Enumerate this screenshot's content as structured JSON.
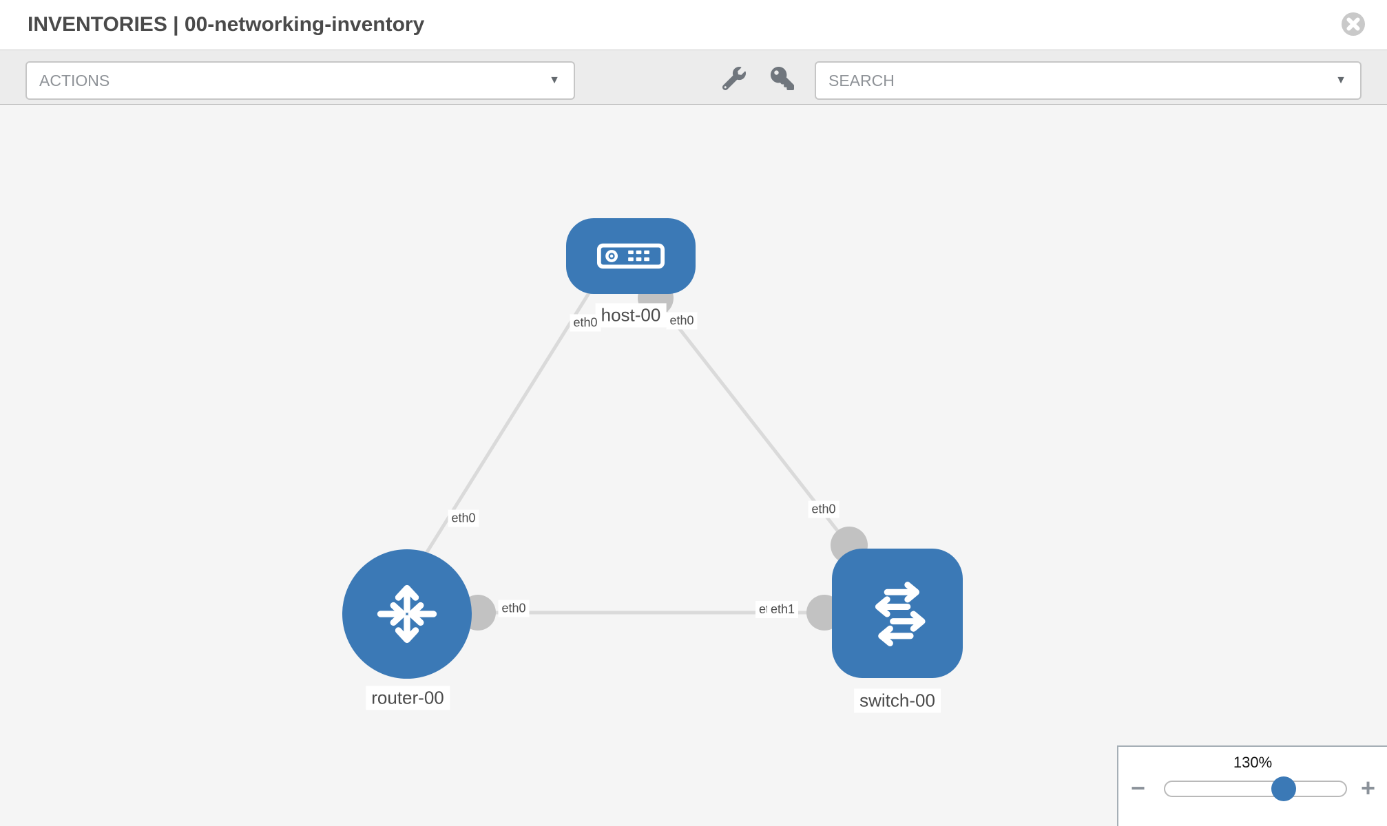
{
  "header": {
    "title": "INVENTORIES | 00-networking-inventory"
  },
  "toolbar": {
    "actions_label": "ACTIONS",
    "search_label": "SEARCH",
    "caret_glyph": "▼",
    "icons": [
      "wrench-icon",
      "key-icon"
    ]
  },
  "topology": {
    "nodes": [
      {
        "id": "host-00",
        "type": "host",
        "label": "host-00"
      },
      {
        "id": "router-00",
        "type": "router",
        "label": "router-00"
      },
      {
        "id": "switch-00",
        "type": "switch",
        "label": "switch-00"
      }
    ],
    "links": [
      {
        "source": "host-00",
        "target": "router-00",
        "source_interface": "eth0",
        "target_interface": "eth0"
      },
      {
        "source": "host-00",
        "target": "switch-00",
        "source_interface": "eth0",
        "target_interface": "eth0"
      },
      {
        "source": "router-00",
        "target": "switch-00",
        "source_interface": "eth0",
        "target_interface": "eth1",
        "target_interface_overlapped": "eth1"
      }
    ]
  },
  "zoom_control": {
    "level": "130%",
    "minus_glyph": "−",
    "plus_glyph": "+"
  },
  "colors": {
    "node_fill": "#3b79b6",
    "link": "#dadada",
    "endpoint": "#c2c2c2",
    "canvas_bg": "#f5f5f5",
    "toolbar_bg": "#ececec",
    "accent_thumb": "#3b79b6"
  }
}
